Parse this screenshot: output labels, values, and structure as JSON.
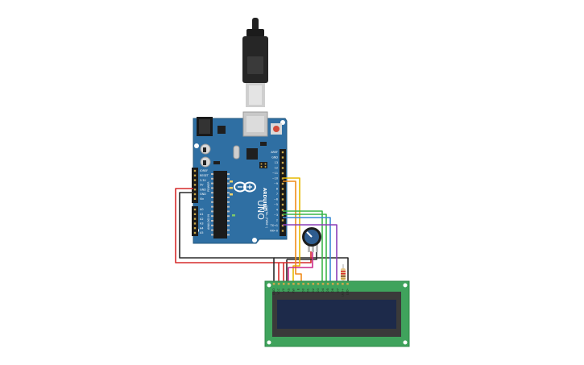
{
  "board": {
    "brand": "ARDUINO",
    "model": "UNO",
    "power_header": [
      "IOREF",
      "RESET",
      "3.3V",
      "5V",
      "GND",
      "GND",
      "Vin"
    ],
    "power_header_label": "POWER",
    "analog_header": [
      "A0",
      "A1",
      "A2",
      "A3",
      "A4",
      "A5"
    ],
    "analog_header_label": "ANALOG IN",
    "digital_header": [
      "AREF",
      "GND",
      "13",
      "12",
      "~11",
      "~10",
      "~9",
      "8",
      "7",
      "~6",
      "~5",
      "4",
      "~3",
      "2",
      "TX→1",
      "RX←0"
    ],
    "digital_header_label": "DIGITAL (PWM~)"
  },
  "lcd": {
    "pins": [
      "GND",
      "VCC",
      "V0",
      "RS",
      "RW",
      "E",
      "D0",
      "D1",
      "D2",
      "D3",
      "D4",
      "D5",
      "D6",
      "D7",
      "LED+",
      "LED-"
    ]
  },
  "colors": {
    "board": "#2f6fa3",
    "lcd_pcb": "#3fa35c",
    "lcd_screen": "#1d2a4a",
    "wire_red": "#d62b2b",
    "wire_black": "#2a2a2a",
    "wire_yellow": "#e6b800",
    "wire_orange": "#f08c1a",
    "wire_green": "#3cb54a",
    "wire_blue": "#3a8ad6",
    "wire_purple": "#8b3fb8",
    "wire_magenta": "#cc2a8a"
  }
}
